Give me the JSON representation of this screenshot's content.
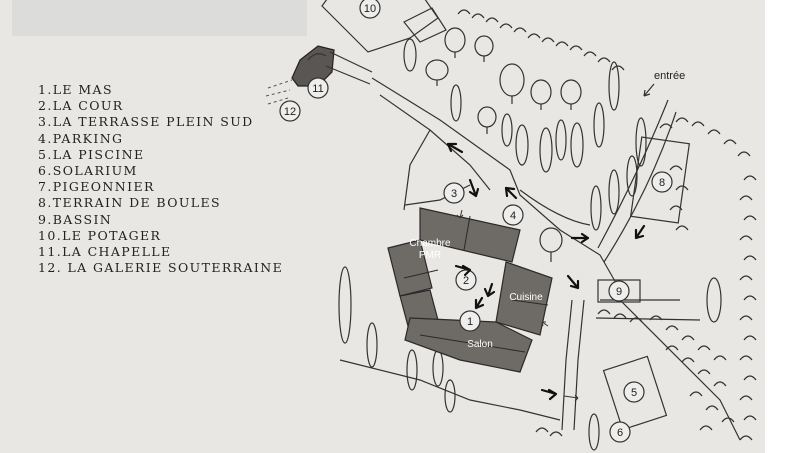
{
  "legend": [
    "1.LE MAS",
    "2.LA COUR",
    "3.LA TERRASSE PLEIN SUD",
    "4.PARKING",
    "5.LA PISCINE",
    "6.SOLARIUM",
    "7.PIGEONNIER",
    "8.TERRAIN DE BOULES",
    "9.BASSIN",
    "10.LE POTAGER",
    "11.LA CHAPELLE",
    "12. LA GALERIE SOUTERRAINE"
  ],
  "labels": {
    "entree": "entrée",
    "chambre_line1": "Chambre",
    "chambre_line2": "PMR",
    "cuisine": "Cuisine",
    "salon": "Salon"
  },
  "markers": {
    "m1": "1",
    "m2": "2",
    "m3": "3",
    "m4": "4",
    "m5": "5",
    "m6": "6",
    "m8": "8",
    "m9": "9",
    "m10": "10",
    "m11": "11",
    "m12": "12"
  },
  "colors": {
    "paper": "#e8e7e3",
    "building": "#6e6a66",
    "ink": "#333333"
  }
}
